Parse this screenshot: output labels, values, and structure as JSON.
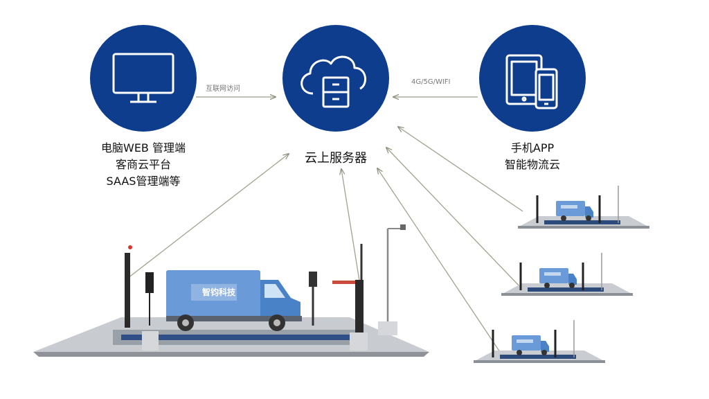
{
  "nodes": {
    "pc": {
      "lines": [
        "电脑WEB 管理端",
        "客商云平台",
        "SAAS管理端等"
      ],
      "icon": "monitor-icon"
    },
    "cloud": {
      "label": "云上服务器",
      "icon": "cloud-server-icon"
    },
    "mobile": {
      "lines": [
        "手机APP",
        "智能物流云"
      ],
      "icon": "tablet-phone-icon"
    }
  },
  "edges": {
    "pc_to_cloud": "互联网访问",
    "mobile_to_cloud": "4G/5G/WIFI"
  },
  "truck_brand": "智钧科技",
  "colors": {
    "circle": "#0d3d8c",
    "truck": "#6a9bd8",
    "platform": "#8a8f96",
    "arrow": "#9a9a8a"
  }
}
